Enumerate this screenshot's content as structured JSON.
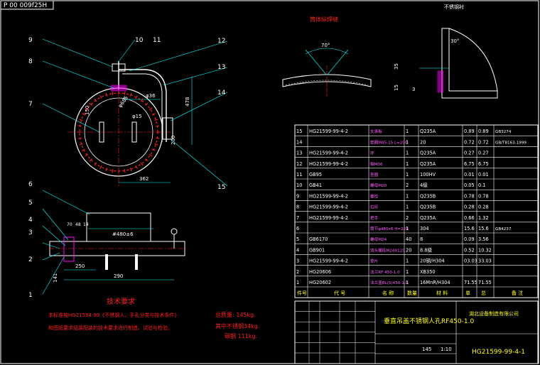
{
  "title_bar_text": "P 00 009f25H",
  "views": {
    "weld_detail_label": "筒体纵焊缝",
    "weld_angle": "70°",
    "detail_right_label": "不锈钢衬",
    "detail_right_angle": "30°",
    "detail_dim_35": "35",
    "detail_dim_3": "3",
    "detail_dim_15": "15"
  },
  "dims": {
    "d36": "φ36",
    "d15": "φ15",
    "d685": "φ685",
    "d480b6": "#480±6",
    "w478": "478",
    "w362": "362",
    "w250": "250",
    "w290": "290",
    "w141": "141",
    "h150": "150",
    "h200": "200",
    "v70": "70",
    "v48": "48",
    "v14": "14"
  },
  "balloons": [
    "1",
    "2",
    "3",
    "4",
    "5",
    "6",
    "7",
    "8",
    "9",
    "10",
    "11",
    "12",
    "13",
    "14",
    "15"
  ],
  "tech_req": {
    "title": "技术要求",
    "line1": "本标准按HG21594-99《不锈钢人、手孔分类与技术条件》",
    "line2": "和图纸要求组装配装的技术要求进行制造、试验与检验。"
  },
  "weights": {
    "total": "总质量: 145kg.",
    "steel": "其中不锈钢34kg.",
    "carbon": "碳钢 111kg."
  },
  "bom_rows": [
    {
      "no": "15",
      "code": "HG21599-99-4-2",
      "name": "支承板",
      "qty": "1",
      "mat": "Q235A",
      "w1": "0.89",
      "w2": "0.89",
      "note": "GB3274"
    },
    {
      "no": "14",
      "code": "",
      "name": "垫圈M45-15 L=200",
      "qty": "1",
      "mat": "20",
      "w1": "0.72",
      "w2": "0.72",
      "note": "GB/T8163-1999"
    },
    {
      "no": "13",
      "code": "HG21599-99-4-2",
      "name": "环",
      "qty": "1",
      "mat": "Q235A",
      "w1": "0.27",
      "w2": "0.27",
      "note": ""
    },
    {
      "no": "12",
      "code": "HG21599-99-4-2",
      "name": "轴M36",
      "qty": "1",
      "mat": "Q235A",
      "w1": "6.75",
      "w2": "6.75",
      "note": ""
    },
    {
      "no": "11",
      "code": "GB95",
      "name": "垫圈",
      "qty": "1",
      "mat": "100HV",
      "w1": "0.01",
      "w2": "0.01",
      "note": ""
    },
    {
      "no": "10",
      "code": "GB41",
      "name": "螺母M20",
      "qty": "2",
      "mat": "4级",
      "w1": "0.05",
      "w2": "0.1",
      "note": ""
    },
    {
      "no": "9",
      "code": "HG21599-99-4-2",
      "name": "螺栓",
      "qty": "1",
      "mat": "Q235B",
      "w1": "0.78",
      "w2": "0.78",
      "note": ""
    },
    {
      "no": "8",
      "code": "HG21599-99-4-2",
      "name": "拉杆",
      "qty": "1",
      "mat": "Q235B",
      "w1": "0.28",
      "w2": "0.28",
      "note": ""
    },
    {
      "no": "7",
      "code": "HG21599-99-4-2",
      "name": "把手",
      "qty": "2",
      "mat": "Q235A",
      "w1": "0.66",
      "w2": "1.32",
      "note": ""
    },
    {
      "no": "6",
      "code": "",
      "name": "筒节φ480x6 H=220",
      "qty": "1",
      "mat": "304",
      "w1": "15.6",
      "w2": "15.6",
      "note": "GB4237"
    },
    {
      "no": "5",
      "code": "GB6170",
      "name": "螺母M24",
      "qty": "40",
      "mat": "8",
      "w1": "0.09",
      "w2": "3.56",
      "note": ""
    },
    {
      "no": "4",
      "code": "GB901",
      "name": "双头螺柱M24X125",
      "qty": "20",
      "mat": "8.8级",
      "w1": "0.52",
      "w2": "10.32",
      "note": ""
    },
    {
      "no": "3",
      "code": "HG21599-99-4-2",
      "name": "垫片",
      "qty": "1",
      "mat": "20钢/H304",
      "w1": "03.03",
      "w2": "33.03",
      "note": ""
    },
    {
      "no": "2",
      "code": "HG20606",
      "name": "法兰RF 450-1.0",
      "qty": "1",
      "mat": "XB350",
      "w1": "",
      "w2": "",
      "note": ""
    },
    {
      "no": "1",
      "code": "HG20602",
      "name": "法兰盖BL(S)450-1.0",
      "qty": "1",
      "mat": "16MnR/H304",
      "w1": "71.55",
      "w2": "71.55",
      "note": ""
    }
  ],
  "bom_header": {
    "no": "件号",
    "code": "代  号",
    "name": "名  称",
    "qty": "数量",
    "mat": "材  料",
    "w1": "单",
    "w2": "总",
    "note": "备  注"
  },
  "title_block": {
    "drawing_title": "垂直吊盖不锈钢人孔RF450-1.0",
    "company": "湖北设备制造有限公司",
    "weight_val": "145",
    "scale_val": "1:10",
    "drawing_no": "HG21599-99-4-1"
  },
  "colors": {
    "white": "#ffffff",
    "red": "#ff2020",
    "green": "#00ff00",
    "cyan": "#00ffff",
    "yellow": "#ffff00",
    "magenta": "#ff00ff",
    "blue": "#4a7bff",
    "pink": "#ff60ff"
  }
}
